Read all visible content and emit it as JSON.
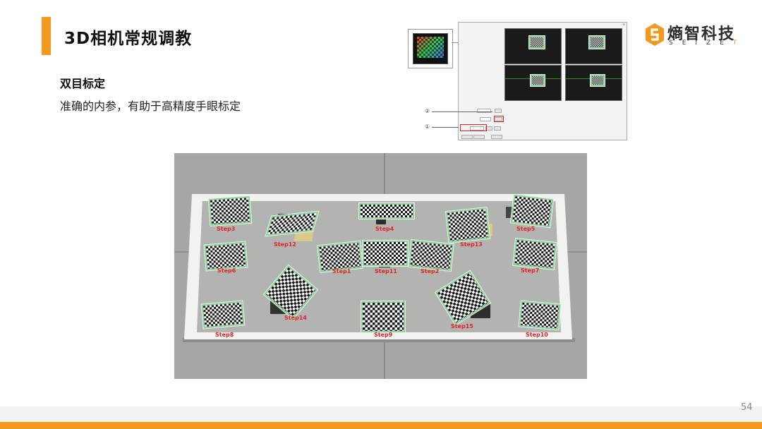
{
  "slide": {
    "title": "3D相机常规调教",
    "section_heading": "双目标定",
    "description": "准确的内参，有助于高精度手眼标定",
    "page_number": "54",
    "accent_color": "#f39a1e"
  },
  "logo": {
    "name": "熵智科技",
    "sub_letters": "SEIZE",
    "sub_last": "T",
    "icon": "hexagon-s-logo-icon"
  },
  "software": {
    "markers": [
      "②",
      "①"
    ]
  },
  "scene": {
    "steps": {
      "s1": "Step1",
      "s2": "Step2",
      "s3": "Step3",
      "s4": "Step4",
      "s5": "Step5",
      "s6": "Step6",
      "s7": "Step7",
      "s8": "Step8",
      "s9": "Step9",
      "s10": "Step10",
      "s11": "Step11",
      "s12": "Step12",
      "s13": "Step13",
      "s14": "Step14",
      "s15": "Step15"
    },
    "label_color": "#e02424"
  }
}
